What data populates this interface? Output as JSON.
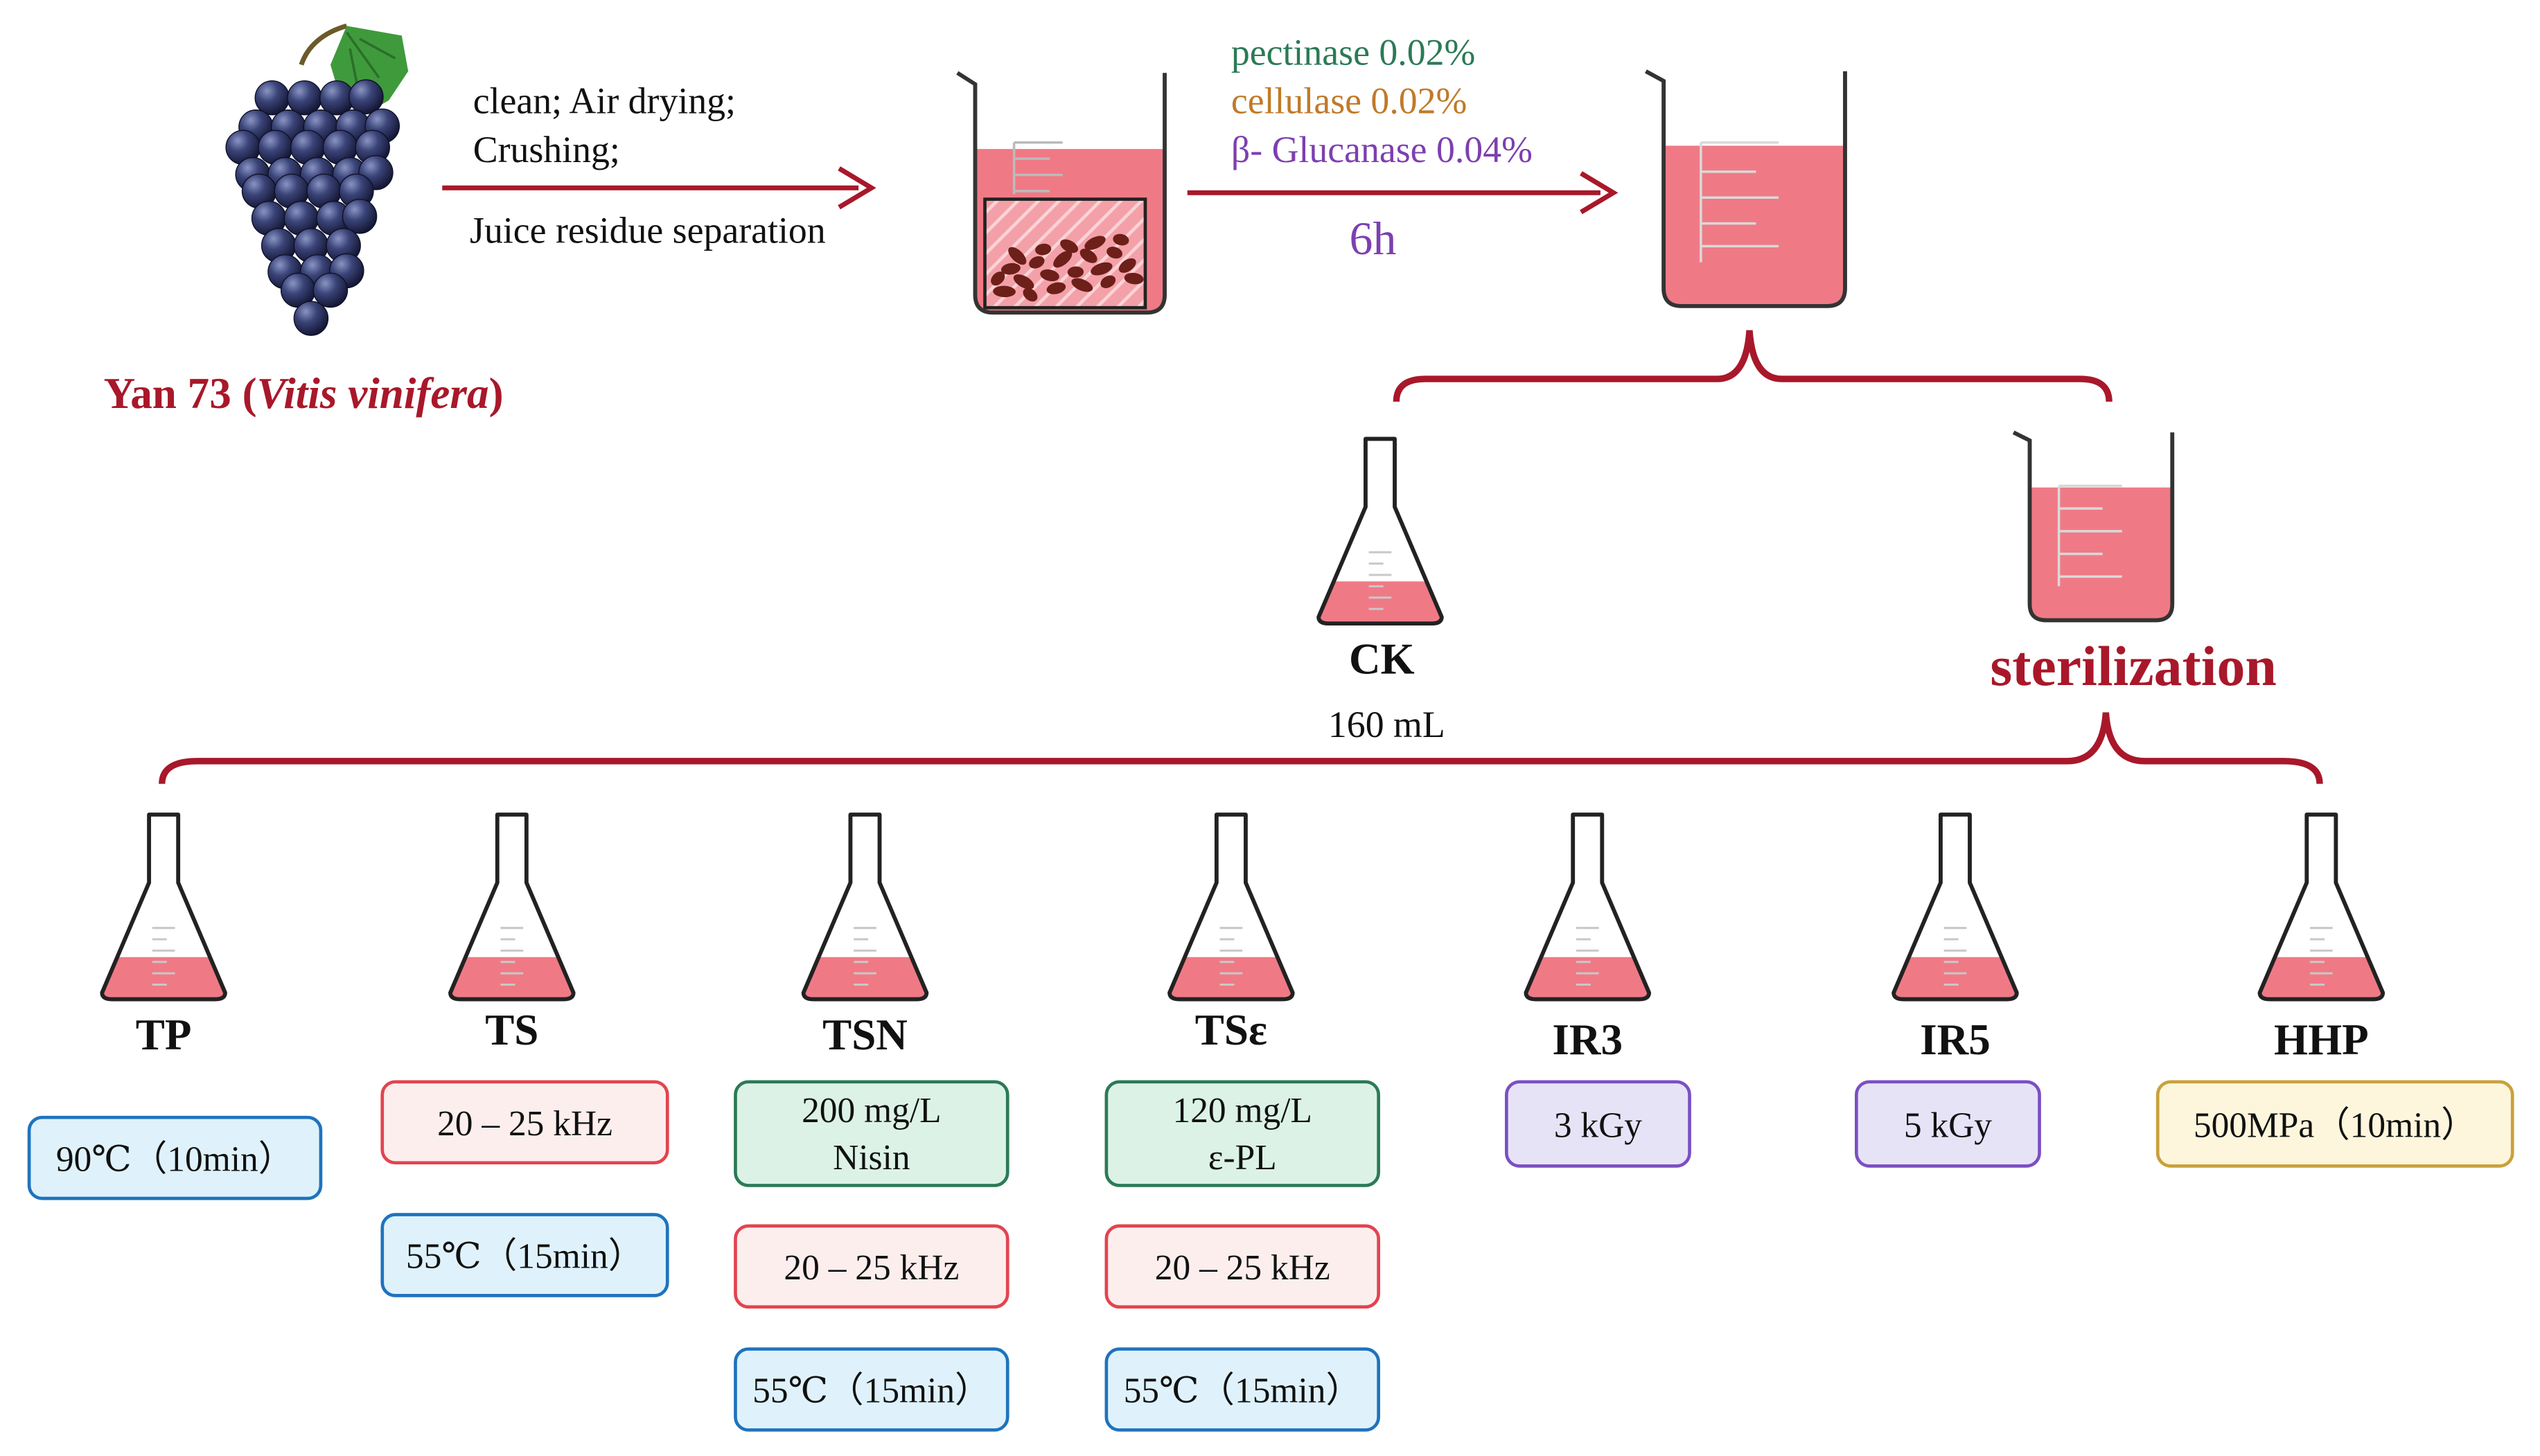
{
  "colors": {
    "arrow": "#a8182a",
    "liquid": "#ef7a85",
    "enzyme_pectinase": "#2b7a56",
    "enzyme_cellulase": "#c07a28",
    "enzyme_glucanase": "#7d3fb0",
    "time": "#7d3fb0",
    "sterilization": "#a8182a"
  },
  "source": {
    "name": "Yan 73 (",
    "species": "Vitis vinifera",
    "close": ")"
  },
  "step1": {
    "line1": "clean; Air drying;",
    "line2": "Crushing;",
    "line3": "Juice residue separation"
  },
  "enzymes": {
    "pectinase": "pectinase 0.02%",
    "cellulase": "cellulase 0.02%",
    "glucanase": "β- Glucanase 0.04%",
    "time": "6h"
  },
  "control": {
    "label": "CK",
    "volume": "160 mL"
  },
  "sterilization_label": "sterilization",
  "treatments": [
    {
      "label": "TP",
      "boxes": [
        {
          "style": "blue",
          "lines": [
            "90℃（10min）"
          ]
        }
      ]
    },
    {
      "label": "TS",
      "boxes": [
        {
          "style": "red",
          "lines": [
            "20 – 25 kHz"
          ]
        },
        {
          "style": "blue",
          "lines": [
            "55℃（15min）"
          ]
        }
      ]
    },
    {
      "label": "TSN",
      "boxes": [
        {
          "style": "green",
          "lines": [
            "200 mg/L",
            "Nisin"
          ]
        },
        {
          "style": "red",
          "lines": [
            "20 – 25 kHz"
          ]
        },
        {
          "style": "blue",
          "lines": [
            "55℃（15min）"
          ]
        }
      ]
    },
    {
      "label": "TSε",
      "boxes": [
        {
          "style": "green",
          "lines": [
            "120 mg/L",
            "ε-PL"
          ]
        },
        {
          "style": "red",
          "lines": [
            "20 – 25 kHz"
          ]
        },
        {
          "style": "blue",
          "lines": [
            "55℃（15min）"
          ]
        }
      ]
    },
    {
      "label": "IR3",
      "boxes": [
        {
          "style": "purple",
          "lines": [
            "3 kGy"
          ]
        }
      ]
    },
    {
      "label": "IR5",
      "boxes": [
        {
          "style": "purple",
          "lines": [
            "5 kGy"
          ]
        }
      ]
    },
    {
      "label": "HHP",
      "boxes": [
        {
          "style": "yellow",
          "lines": [
            "500MPa（10min）"
          ]
        }
      ]
    }
  ]
}
